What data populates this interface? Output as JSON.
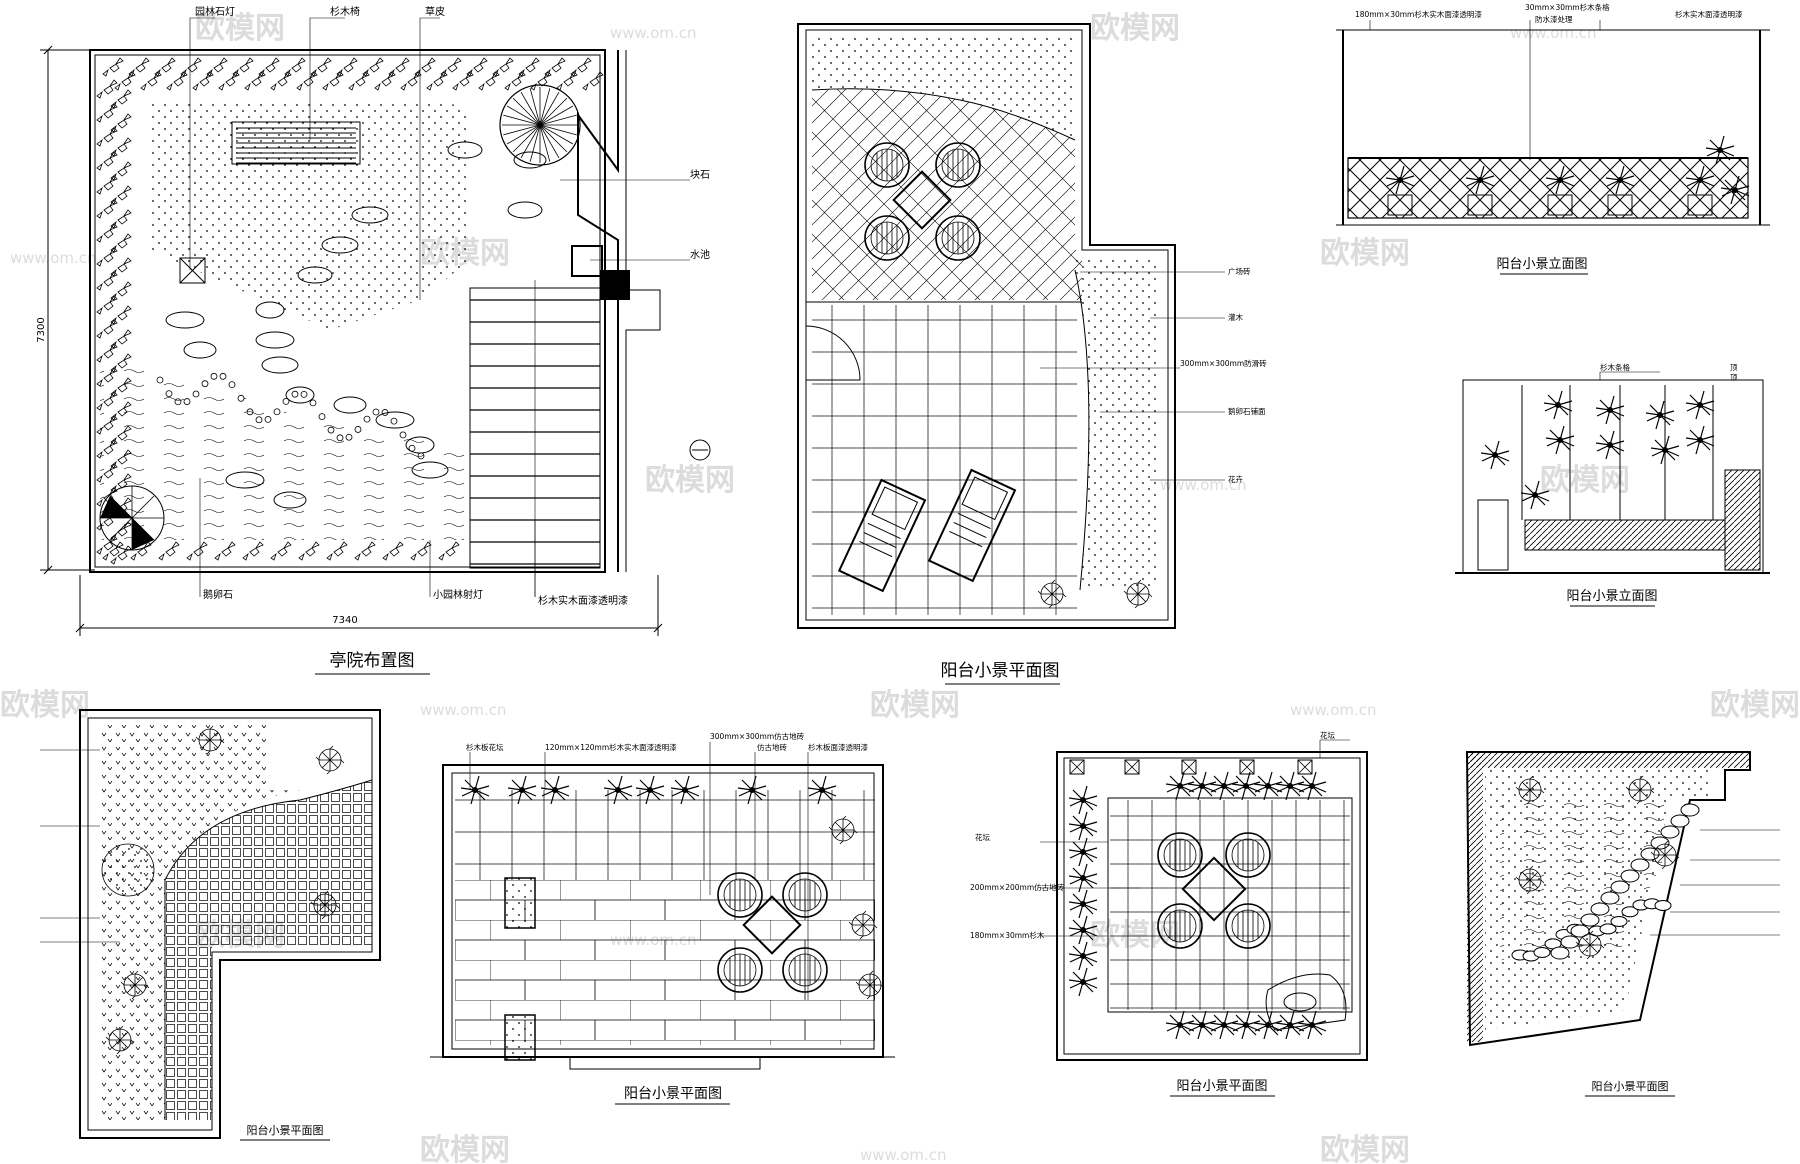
{
  "titles": {
    "courtyard_plan": "亭院布置图",
    "balcony_plan_1": "阳台小景平面图",
    "balcony_elev_1": "阳台小景立面图",
    "balcony_elev_2": "阳台小景立面图",
    "balcony_plan_2": "阳台小景平面图",
    "balcony_plan_3": "阳台小景平面图",
    "balcony_plan_4": "阳台小景平面图",
    "balcony_plan_5": "阳台小景平面图"
  },
  "dimensions": {
    "height": "7300",
    "width": "7340"
  },
  "courtyard_labels": {
    "garden_lamp": "园林石灯",
    "pine_chair": "杉木椅",
    "lawn": "草皮",
    "stepping_stone": "块石",
    "water_pool": "水池",
    "pebble_stone": "鹅卵石",
    "spot_lamp": "小园林射灯",
    "deck_note": "杉木实木面漆透明漆"
  },
  "balcony1_labels": {
    "l1": "广场砖",
    "l2": "灌木",
    "l3": "300mm×300mm防滑砖",
    "l4": "鹅卵石铺面",
    "l5": "花卉"
  },
  "elevation1_labels": {
    "l1": "180mm×30mm杉木实木面漆透明漆",
    "l2": "30mm×30mm杉木条格",
    "l3": "防水漆处理",
    "l4": "杉木实木面漆透明漆"
  },
  "elevation2_labels": {
    "l1": "杉木条格",
    "l2": "顶"
  },
  "balcony3_labels": {
    "l1": "杉木板花坛",
    "l2": "120mm×120mm杉木实木面漆透明漆",
    "l3": "300mm×300mm仿古地砖",
    "l4": "仿古地砖",
    "l5": "杉木板面漆透明漆"
  },
  "balcony4_labels": {
    "l1": "花坛",
    "l2": "花坛",
    "l3": "200mm×200mm仿古地砖",
    "l4": "180mm×30mm杉木"
  },
  "watermark": {
    "brand": "欧模网",
    "url": "www.om.cn"
  }
}
